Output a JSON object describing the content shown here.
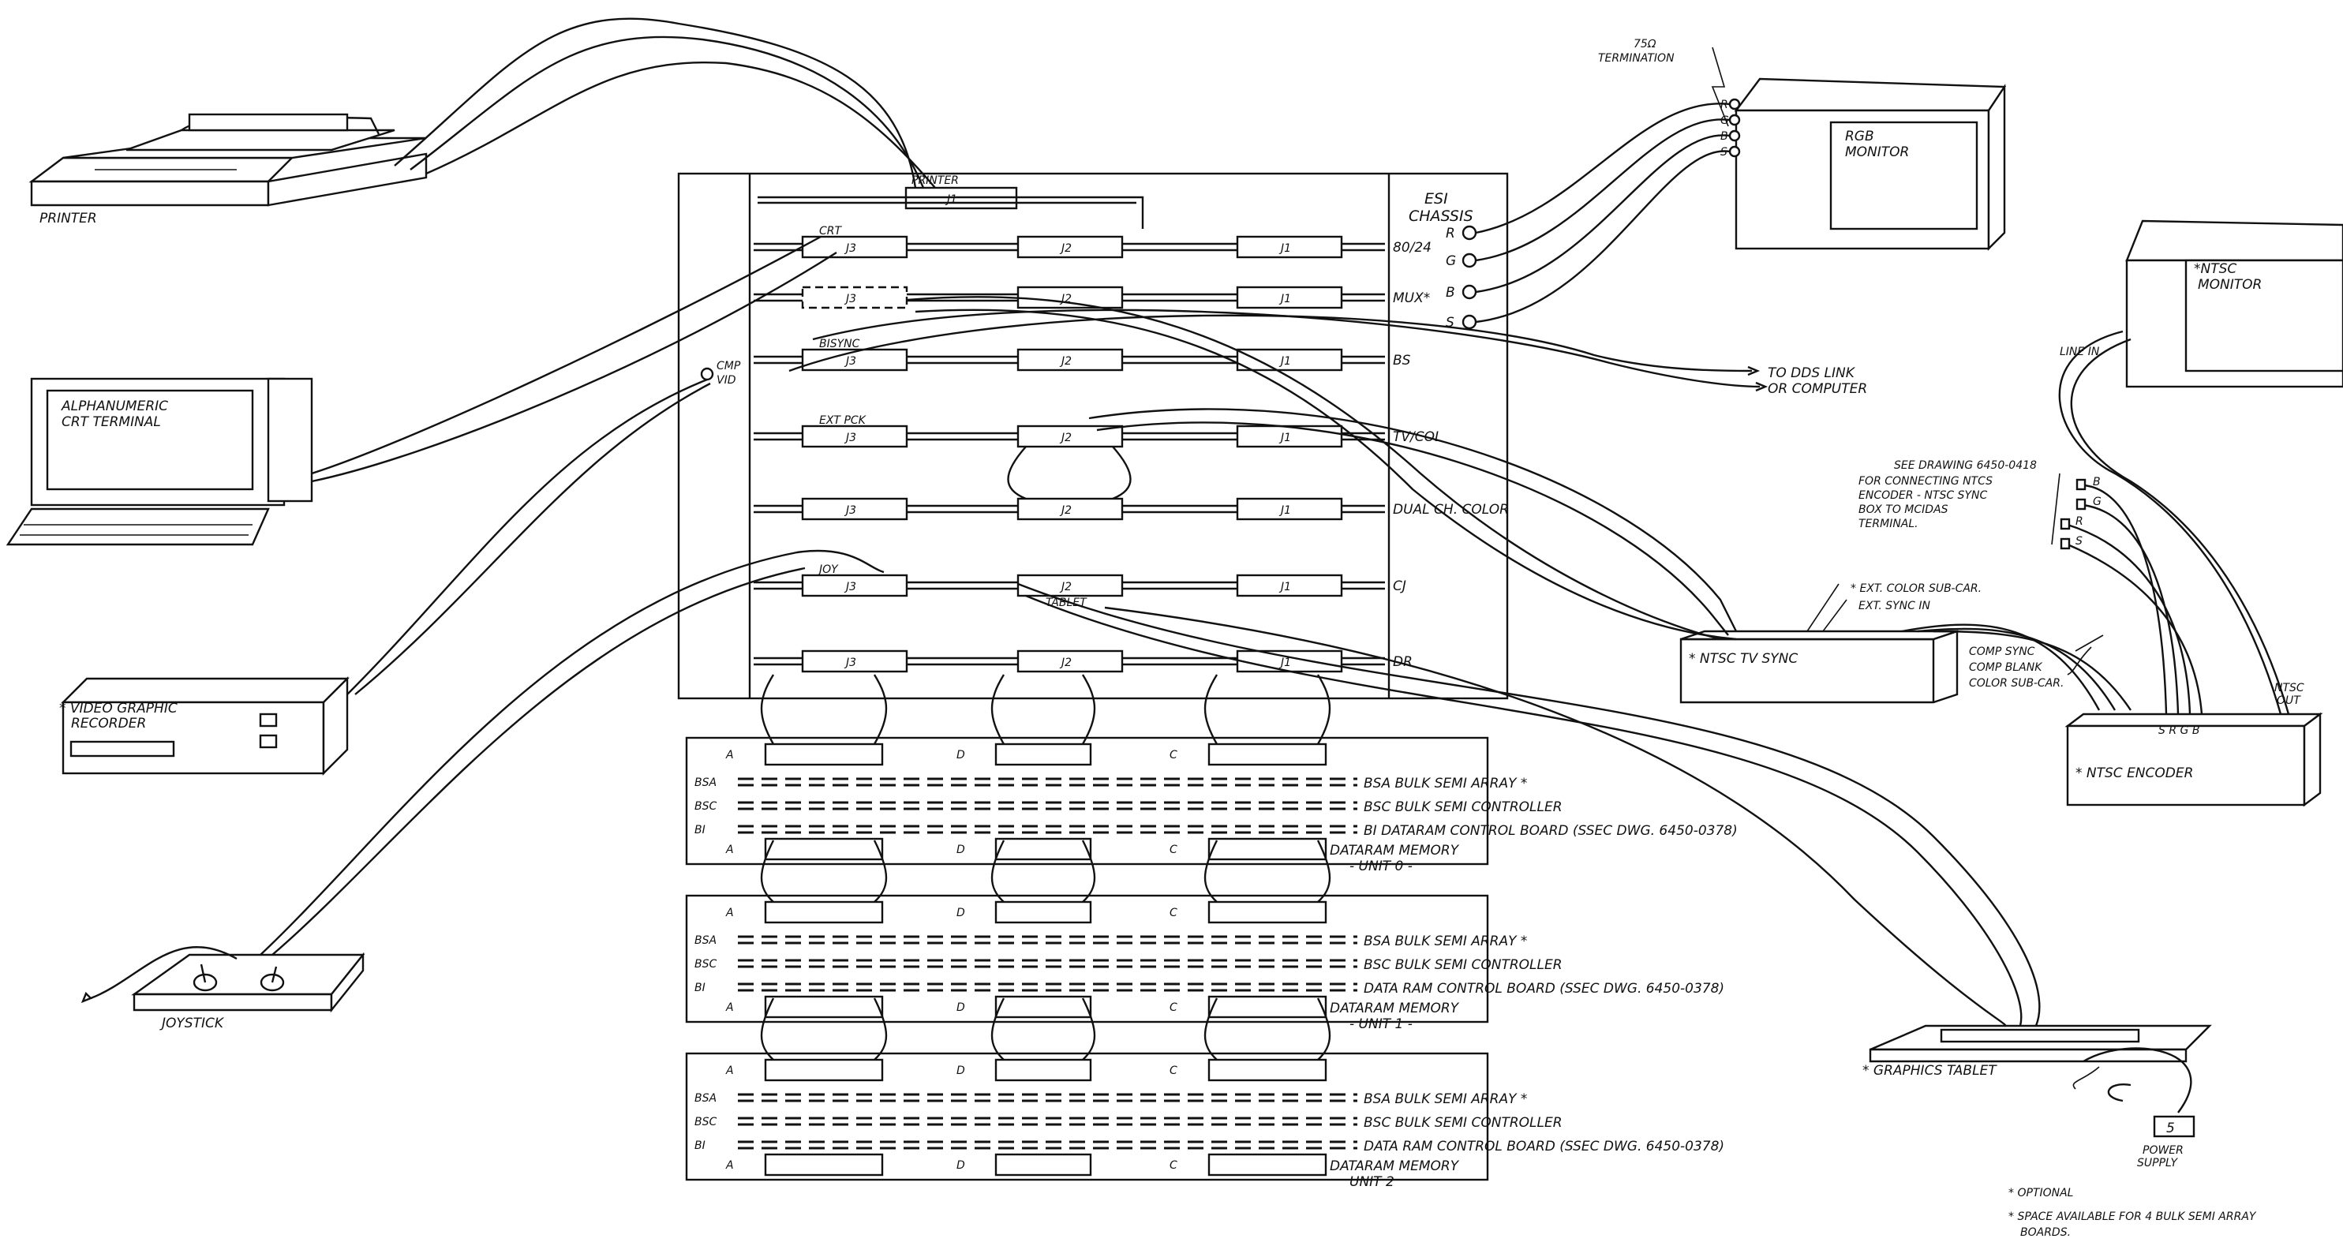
{
  "devices": {
    "printer": "PRINTER",
    "alpha_terminal": [
      "ALPHANUMERIC",
      "CRT TERMINAL"
    ],
    "vgr": [
      "* VIDEO GRAPHIC",
      "RECORDER"
    ],
    "joystick": "JOYSTICK",
    "rgb_monitor": [
      "RGB",
      "MONITOR"
    ],
    "ntsc_monitor": [
      "*NTSC",
      "MONITOR"
    ],
    "ntsc_tv_sync": "* NTSC TV SYNC",
    "ntsc_encoder": "* NTSC  ENCODER",
    "graphics_tablet": "* GRAPHICS TABLET",
    "power_supply": [
      "POWER",
      "SUPPLY"
    ]
  },
  "chassis": {
    "title": [
      "ESI",
      "CHASSIS"
    ],
    "rgbs": [
      "R",
      "G",
      "B",
      "S"
    ],
    "printer_label": "PRINTER",
    "j1_printer": "J1",
    "rows": [
      {
        "j3": "J3",
        "j2": "J2",
        "j1": "J1",
        "tag": "80/24",
        "sub": "CRT"
      },
      {
        "j3": "J3",
        "j2": "J2",
        "j1": "J1",
        "tag": "MUX*",
        "sub": ""
      },
      {
        "j3": "J3",
        "j2": "J2",
        "j1": "J1",
        "tag": "BS",
        "sub": "BISYNC"
      },
      {
        "j3": "J3",
        "j2": "J2",
        "j1": "J1",
        "tag": "TV/COL",
        "sub": "EXT PCK"
      },
      {
        "j3": "J3",
        "j2": "J2",
        "j1": "J1",
        "tag": "DUAL CH. COLOR",
        "sub": ""
      },
      {
        "j3": "J3",
        "j2": "J2",
        "j1": "J1",
        "tag": "CJ",
        "sub": "JOY",
        "sub2": "TABLET"
      },
      {
        "j3": "J3",
        "j2": "J2",
        "j1": "J1",
        "tag": "DR",
        "sub": ""
      }
    ],
    "cmp_vid": [
      "CMP",
      "VID"
    ]
  },
  "memory_units": [
    {
      "title": "DATARAM MEMORY",
      "unit": "- UNIT 0 -",
      "lines": [
        "BSA BULK SEMI ARRAY *",
        "BSC BULK SEMI CONTROLLER",
        "BI DATARAM CONTROL BOARD   (SSEC DWG. 6450-0378)"
      ]
    },
    {
      "title": "DATARAM MEMORY",
      "unit": "- UNIT 1 -",
      "lines": [
        "BSA BULK SEMI ARRAY *",
        "BSC BULK SEMI CONTROLLER",
        "DATA RAM CONTROL BOARD   (SSEC DWG. 6450-0378)"
      ]
    },
    {
      "title": "DATARAM MEMORY",
      "unit": "UNIT 2",
      "lines": [
        "BSA BULK SEMI ARRAY *",
        "BSC BULK SEMI CONTROLLER",
        "DATA RAM CONTROL BOARD (SSEC DWG. 6450-0378)"
      ]
    }
  ],
  "mem_row_labels": [
    "BSA",
    "BSC",
    "BI"
  ],
  "conn_labels": [
    "A",
    "D",
    "C"
  ],
  "notes": {
    "termination": [
      "75Ω",
      "TERMINATION"
    ],
    "dds": [
      "TO DDS LINK",
      "OR COMPUTER"
    ],
    "see_drawing": [
      "SEE DRAWING 6450-0418",
      "FOR CONNECTING NTCS",
      "ENCODER - NTSC SYNC",
      "BOX TO MCIDAS",
      "TERMINAL."
    ],
    "ext_color": [
      "* EXT. COLOR SUB-CAR.",
      "EXT. SYNC IN"
    ],
    "comp_sync": [
      "COMP SYNC",
      "COMP BLANK",
      "COLOR SUB-CAR."
    ],
    "line_in": "LINE IN",
    "encoder_pins": "S R G B",
    "ntsc_out": [
      "NTSC",
      "OUT"
    ],
    "rgbs_side": [
      "B",
      "G",
      "R",
      "S"
    ],
    "optional": "* OPTIONAL",
    "space": [
      "* SPACE AVAILABLE FOR 4 BULK SEMI ARRAY",
      "BOARDS."
    ]
  }
}
